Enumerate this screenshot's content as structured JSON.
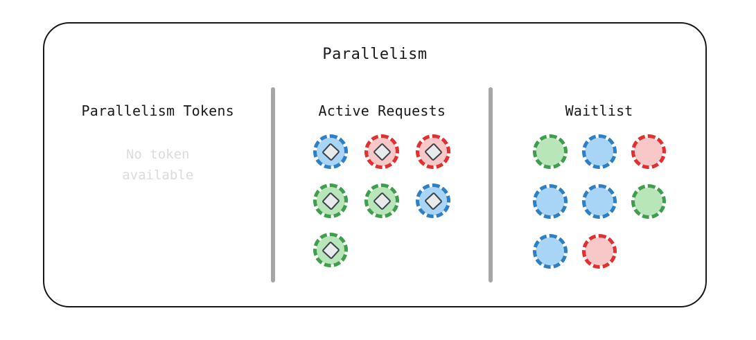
{
  "panel": {
    "title": "Parallelism",
    "border_color": "#14161a",
    "background": "#ffffff"
  },
  "divider": {
    "color": "#a6a6a6",
    "count": 2
  },
  "palette": {
    "blue": {
      "fill": "#a8d4f5",
      "dash": "#2f7fc4"
    },
    "green": {
      "fill": "#b8e6b8",
      "dash": "#3f9e4d"
    },
    "red": {
      "fill": "#f8c8c8",
      "dash": "#e03030"
    },
    "diamond_fill": "#e8eaec",
    "diamond_stroke": "#3a4149",
    "empty_text": "#dcdcdc"
  },
  "columns": {
    "tokens": {
      "header": "Parallelism Tokens",
      "empty_message": "No token\navailable",
      "token_count": 0,
      "tokens": []
    },
    "active": {
      "header": "Active Requests",
      "token_count": 7,
      "has_diamond": true,
      "tokens": [
        {
          "color": "blue",
          "row": 1,
          "col": 1
        },
        {
          "color": "red",
          "row": 1,
          "col": 2
        },
        {
          "color": "red",
          "row": 1,
          "col": 3
        },
        {
          "color": "green",
          "row": 2,
          "col": 1
        },
        {
          "color": "green",
          "row": 2,
          "col": 2
        },
        {
          "color": "blue",
          "row": 2,
          "col": 3
        },
        {
          "color": "green",
          "row": 3,
          "col": 1
        }
      ]
    },
    "waitlist": {
      "header": "Waitlist",
      "token_count": 8,
      "has_diamond": false,
      "tokens": [
        {
          "color": "green",
          "row": 1,
          "col": 1
        },
        {
          "color": "blue",
          "row": 1,
          "col": 2
        },
        {
          "color": "red",
          "row": 1,
          "col": 3
        },
        {
          "color": "blue",
          "row": 2,
          "col": 1
        },
        {
          "color": "blue",
          "row": 2,
          "col": 2
        },
        {
          "color": "green",
          "row": 2,
          "col": 3
        },
        {
          "color": "blue",
          "row": 3,
          "col": 1
        },
        {
          "color": "red",
          "row": 3,
          "col": 2
        }
      ]
    }
  }
}
